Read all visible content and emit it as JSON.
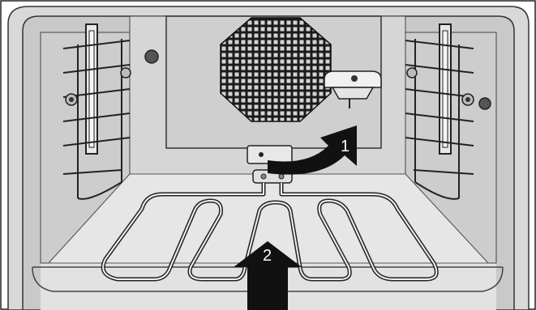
{
  "diagram": {
    "steps": [
      {
        "number": "1",
        "icon": "curved-arrow-icon"
      },
      {
        "number": "2",
        "icon": "up-arrow-icon"
      }
    ],
    "parts": {
      "fan_cover": "fan-grille",
      "heating_element": "bottom-heating-element",
      "removed_part": "probe-socket-cover",
      "side_racks": "side-shelf-supports"
    }
  }
}
